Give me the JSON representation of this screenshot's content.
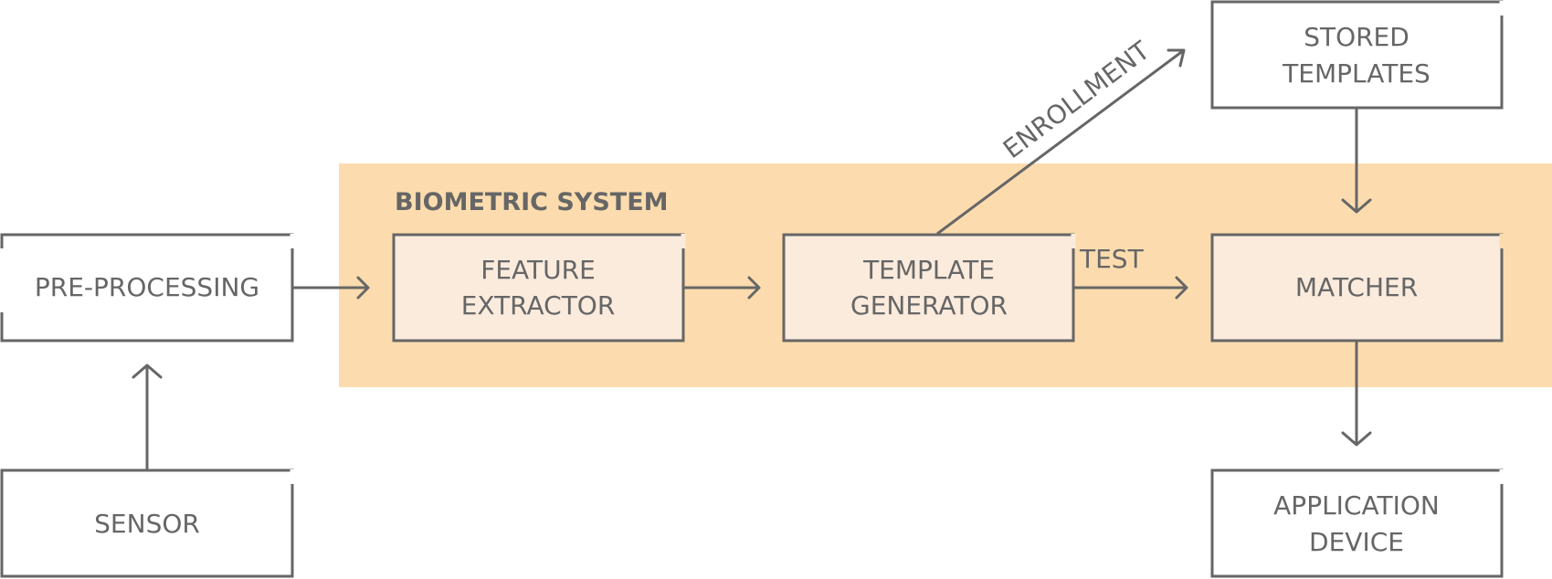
{
  "diagram": {
    "region_label": "BIOMETRIC SYSTEM",
    "nodes": {
      "pre_processing": [
        "PRE-PROCESSING"
      ],
      "sensor": [
        "SENSOR"
      ],
      "feature_extractor": [
        "FEATURE",
        "EXTRACTOR"
      ],
      "template_generator": [
        "TEMPLATE",
        "GENERATOR"
      ],
      "matcher": [
        "MATCHER"
      ],
      "stored_templates": [
        "STORED",
        "TEMPLATES"
      ],
      "application_device": [
        "APPLICATION",
        "DEVICE"
      ]
    },
    "edge_labels": {
      "enrollment": "ENROLLMENT",
      "test": "TEST"
    }
  },
  "colors": {
    "region_fill": "#fcdcae",
    "inner_box_fill": "#faebdd",
    "outer_box_fill": "#ffffff",
    "stroke": "#666666"
  }
}
